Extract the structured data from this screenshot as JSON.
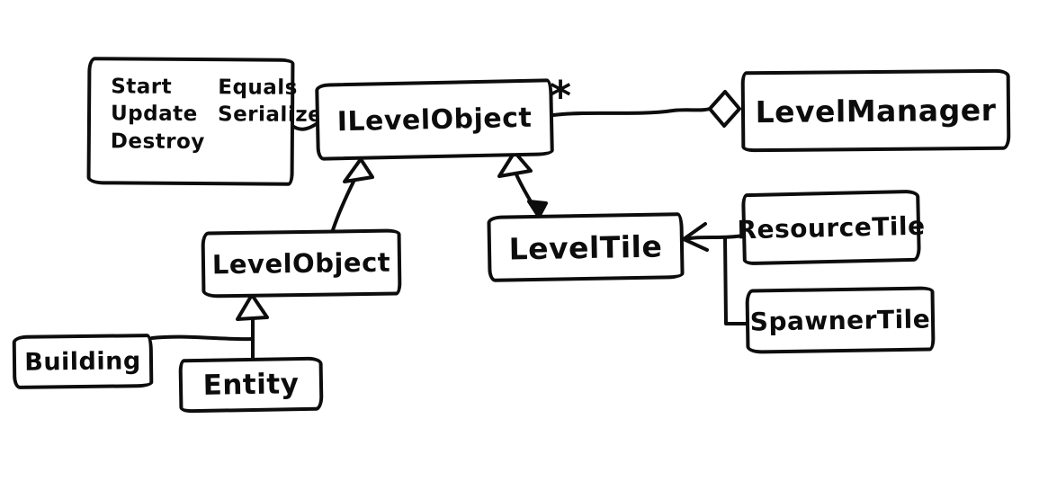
{
  "diagram": {
    "interface_methods": {
      "column1": [
        "Start",
        "Update",
        "Destroy"
      ],
      "column2": [
        "Equals",
        "Serialize"
      ]
    },
    "multiplicity": "*",
    "classes": {
      "ilevelobject": "ILevelObject",
      "levelmanager": "LevelManager",
      "levelobject": "LevelObject",
      "leveltile": "LevelTile",
      "resourcetile": "ResourceTile",
      "spawnertile": "SpawnerTile",
      "building": "Building",
      "entity": "Entity"
    },
    "relationships": [
      {
        "type": "note-link",
        "from": "methods-note",
        "to": "ILevelObject"
      },
      {
        "type": "aggregation",
        "from": "ILevelObject",
        "to": "LevelManager",
        "multiplicity": "*"
      },
      {
        "type": "inheritance",
        "from": "LevelObject",
        "to": "ILevelObject"
      },
      {
        "type": "inheritance",
        "from": "LevelTile",
        "to": "ILevelObject"
      },
      {
        "type": "inheritance",
        "from": "Building",
        "to": "LevelObject"
      },
      {
        "type": "inheritance",
        "from": "Entity",
        "to": "LevelObject"
      },
      {
        "type": "inheritance",
        "from": "ResourceTile",
        "to": "LevelTile"
      },
      {
        "type": "inheritance",
        "from": "SpawnerTile",
        "to": "LevelTile"
      }
    ],
    "colors": {
      "ink": "#0d0d0d",
      "background": "#ffffff"
    }
  }
}
